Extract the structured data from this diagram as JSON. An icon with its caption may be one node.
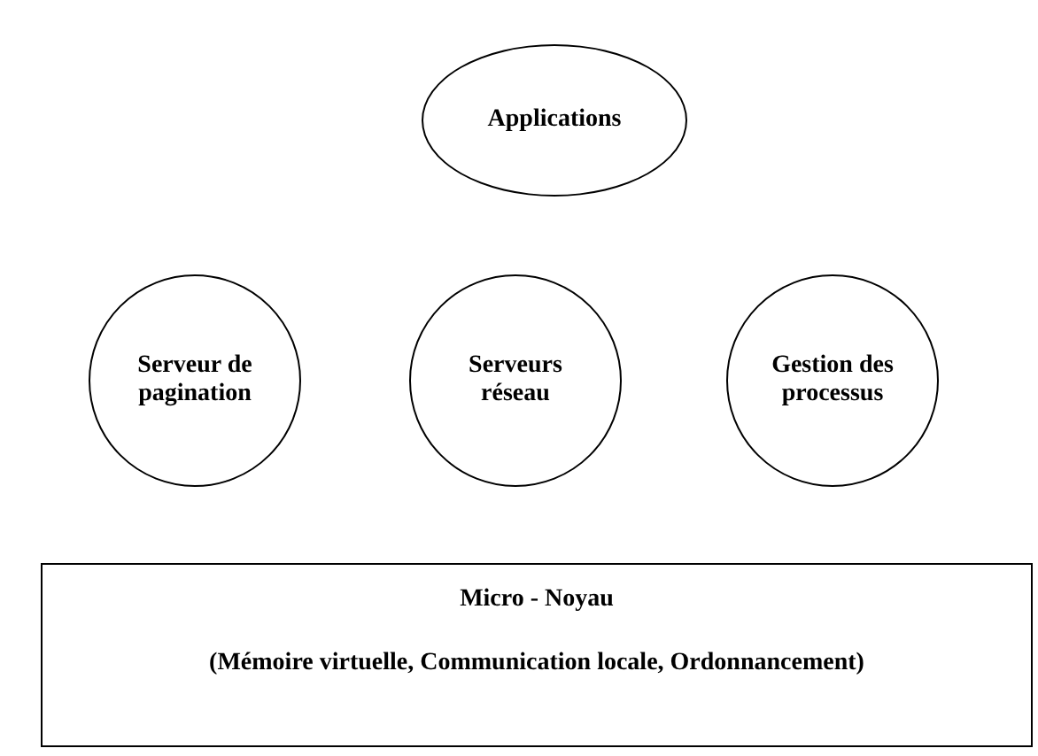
{
  "diagram": {
    "nodes": [
      {
        "text": [
          "Applications"
        ]
      },
      {
        "text": [
          "Serveur de pagination"
        ]
      },
      {
        "text": [
          "Serveurs réseau"
        ]
      },
      {
        "text": [
          "Gestion des processus"
        ]
      },
      {
        "text": [
          "Micro - Noyau",
          "(Mémoire virtuelle, Communication locale, Ordonnancement)"
        ]
      }
    ]
  }
}
